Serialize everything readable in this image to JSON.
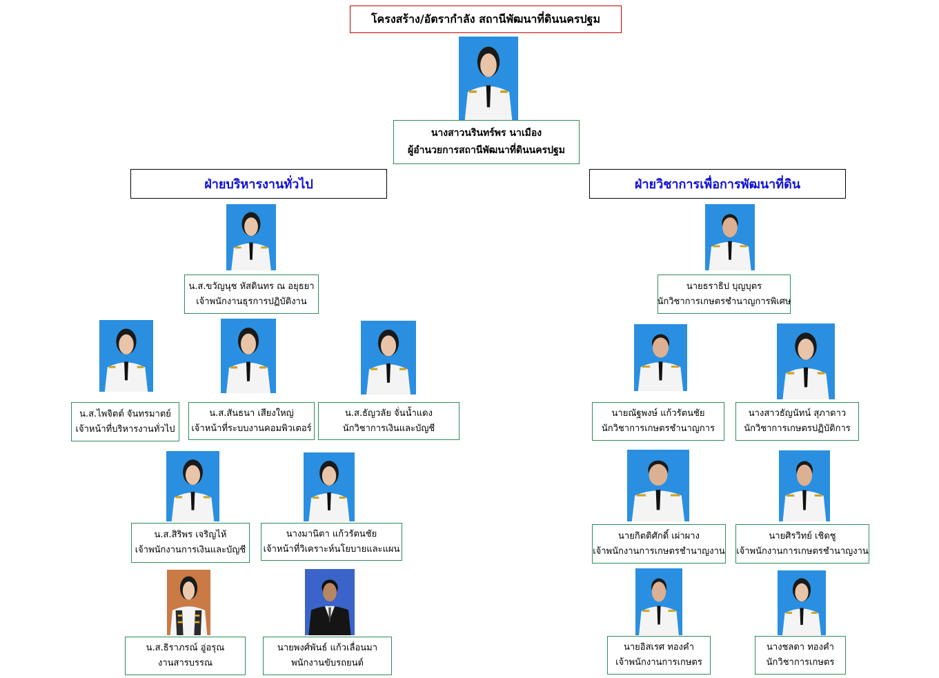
{
  "title": "โครงสร้าง/อัตรากำลัง สถานีพัฒนาที่ดินนครปฐม",
  "director": {
    "name": "นางสาวนรินทร์พร  นาเมือง",
    "position": "ผู้อำนวยการสถานีพัฒนาที่ดินนครปฐม"
  },
  "departments": {
    "admin": {
      "label": "ฝ่ายบริหารงานทั่วไป",
      "staff": [
        {
          "name": "น.ส.ขวัญนุช หัสดินทร ณ อยุธยา",
          "position": "เจ้าพนักงานธุรการปฏิบัติงาน"
        },
        {
          "name": "น.ส.ไพจิตต์ จันทรมาตย์",
          "position": "เจ้าหน้าที่บริหารงานทั่วไป"
        },
        {
          "name": "น.ส.สันธนา  เสียงใหญ่",
          "position": "เจ้าหน้าที่ระบบงานคอมพิวเตอร์"
        },
        {
          "name": "น.ส.ธัญวลัย  จั่นน้ำแดง",
          "position": "นักวิชาการเงินและบัญชี"
        },
        {
          "name": "น.ส.สิริพร  เจริญไห้",
          "position": "เจ้าพนักงานการเงินและบัญชี"
        },
        {
          "name": "นางมานิตา  แก้วรัตนชัย",
          "position": "เจ้าหน้าที่วิเคราะห์นโยบายและแผน"
        },
        {
          "name": "น.ส.ธิราภรณ์  อู่อรุณ",
          "position": "งานสารบรรณ"
        },
        {
          "name": "นายพงศ์พันธ์  แก้วเลื่อนมา",
          "position": "พนักงานขับรถยนต์"
        }
      ]
    },
    "tech": {
      "label": "ฝ่ายวิชาการเพื่อการพัฒนาที่ดิน",
      "staff": [
        {
          "name": "นายธราธิป  บุญบุตร",
          "position": "นักวิชาการเกษตรชำนาญการพิเศษ"
        },
        {
          "name": "นายณัฐพงษ์  แก้วรัตนชัย",
          "position": "นักวิชาการเกษตรชำนาญการ"
        },
        {
          "name": "นางสาวธัญนัทน์ สุภาดาว",
          "position": "นักวิชาการเกษตรปฏิบัติการ"
        },
        {
          "name": "นายกิตติศักดิ์  เผ่าผาง",
          "position": "เจ้าพนักงานการเกษตรชำนาญงาน"
        },
        {
          "name": "นายศิรวิทย์  เชิดชู",
          "position": "เจ้าพนักงานการเกษตรชำนาญงาน"
        },
        {
          "name": "นายอิสเรศ  ทองคำ",
          "position": "เจ้าพนักงานการเกษตร"
        },
        {
          "name": "นางชลดา  ทองคำ",
          "position": "นักวิชาการเกษตร"
        }
      ]
    }
  },
  "colors": {
    "title_border": "#c00000",
    "dept_text": "#1010d8",
    "name_border": "#2e8b57",
    "photo_bg": "#2a8fe0",
    "uniform": "#f4f4f4"
  }
}
